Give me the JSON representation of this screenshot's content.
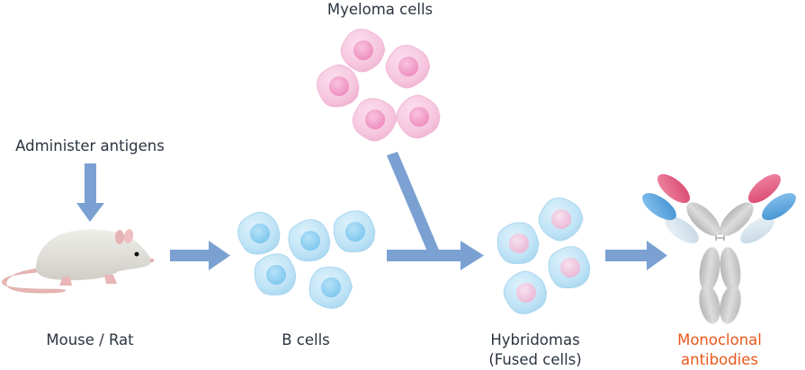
{
  "diagram": {
    "title": "Monoclonal antibody production via hybridoma technology",
    "labels": {
      "myeloma": "Myeloma cells",
      "administer": "Administer antigens",
      "mouse": "Mouse / Rat",
      "bcells": "B cells",
      "hybridomas_line1": "Hybridomas",
      "hybridomas_line2": "(Fused cells)",
      "antibodies_line1": "Monoclonal",
      "antibodies_line2": "antibodies"
    },
    "nodes": [
      {
        "id": "antigens",
        "label": "Administer antigens"
      },
      {
        "id": "mouse",
        "label": "Mouse / Rat"
      },
      {
        "id": "bcells",
        "label": "B cells",
        "cell_count": 5
      },
      {
        "id": "myeloma",
        "label": "Myeloma cells",
        "cell_count": 5
      },
      {
        "id": "hybridomas",
        "label": "Hybridomas (Fused cells)",
        "cell_count": 4
      },
      {
        "id": "antibodies",
        "label": "Monoclonal antibodies"
      }
    ],
    "edges": [
      {
        "from": "antigens",
        "to": "mouse"
      },
      {
        "from": "mouse",
        "to": "bcells"
      },
      {
        "from": "bcells",
        "to": "hybridomas"
      },
      {
        "from": "myeloma",
        "to": "hybridomas",
        "merge": true
      },
      {
        "from": "hybridomas",
        "to": "antibodies"
      }
    ],
    "colors": {
      "arrow": "#7aa1d2",
      "text": "#2b3440",
      "highlight_text": "#e8581c",
      "bcell": "#bfe3f6",
      "bcell_nucleus": "#8fd0f2",
      "myeloma": "#f6c6de",
      "myeloma_nucleus": "#f199c6",
      "hybridoma_nucleus": "#eec5e0",
      "mouse_body": "#e2e1dc",
      "mouse_pink": "#e9b8b8",
      "antibody_gray": "#c9c9c9",
      "antibody_red": "#e2587e",
      "antibody_blue": "#5ea6dc",
      "antibody_lightblue": "#d6e4ee"
    }
  }
}
